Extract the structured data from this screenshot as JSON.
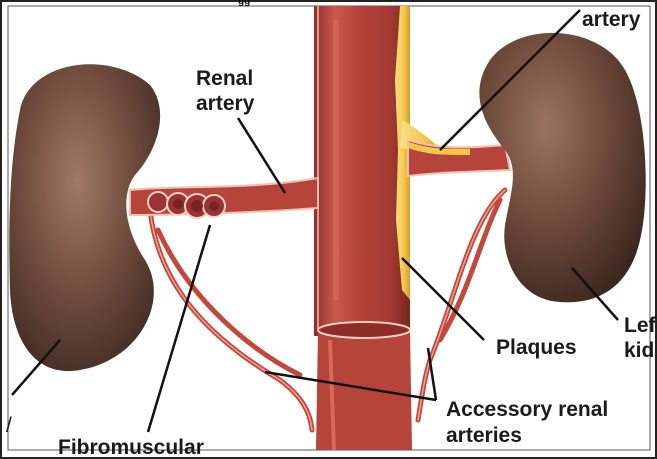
{
  "labels": {
    "renal_artery_left_line1": "Renal",
    "renal_artery_left_line2": "artery",
    "renal_artery_right": "artery",
    "plaques": "Plaques",
    "left_kidney_line1": "Lef",
    "left_kidney_line2": "kid",
    "accessory_line1": "Accessory renal",
    "accessory_line2": "arteries",
    "fibromuscular": "Fibromuscular",
    "partial_left": "/"
  },
  "colors": {
    "kidney": "#6e4a3c",
    "kidney_highlight": "#a07a66",
    "aorta": "#b5443a",
    "aorta_highlight": "#e07d6e",
    "plaque": "#f2c84a",
    "vein_dark": "#8e2c28",
    "leader_line": "#111111"
  }
}
